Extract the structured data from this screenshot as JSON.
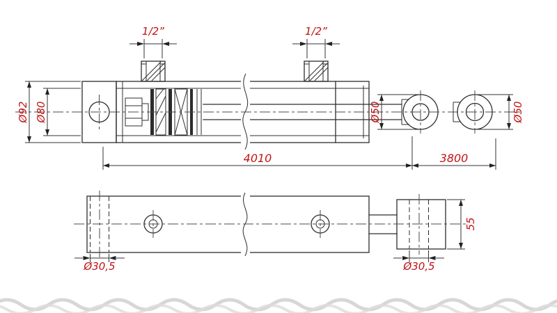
{
  "drawing": {
    "colors": {
      "dimension_text": "#c01414",
      "line": "#2c2c2c"
    },
    "dims": {
      "port_left": "1/2”",
      "port_right": "1/2”",
      "dia_outer": "Ø92",
      "dia_bore": "Ø80",
      "dia_rod_eye": "Ø50",
      "dia_end_eye": "Ø50",
      "len_body": "4010",
      "len_stroke": "3800",
      "dia_hole_left": "Ø30,5",
      "dia_hole_right": "Ø30,5",
      "block_height": "55"
    }
  }
}
